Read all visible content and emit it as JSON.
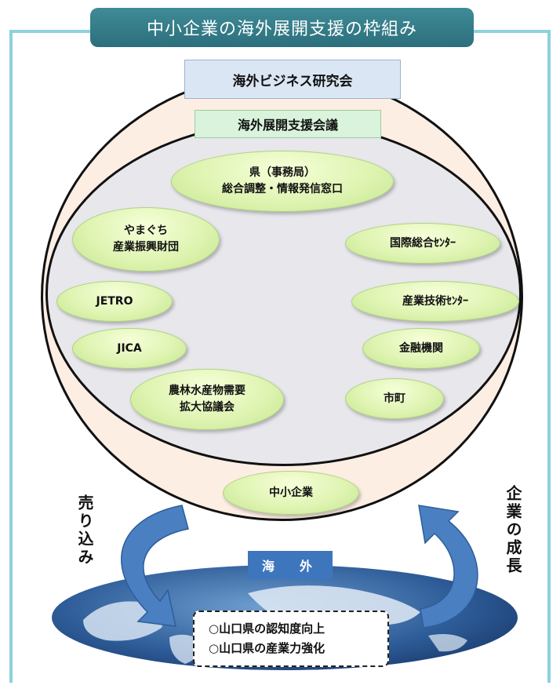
{
  "title": "中小企業の海外展開支援の枠組み",
  "research_group": "海外ビジネス研究会",
  "council": "海外展開支援会議",
  "nodes": {
    "prefecture": [
      "県（事務局）",
      "総合調整・情報発信窓口"
    ],
    "yamaguchi": [
      "やまぐち",
      "産業振興財団"
    ],
    "intl_center": [
      "国際総合ｾﾝﾀｰ"
    ],
    "jetro": [
      "JETRO"
    ],
    "industry_tech": [
      "産業技術ｾﾝﾀｰ"
    ],
    "jica": [
      "JICA"
    ],
    "finance": [
      "金融機関"
    ],
    "agri": [
      "農林水産物需要",
      "拡大協議会"
    ],
    "city": [
      "市町"
    ],
    "sme": [
      "中小企業"
    ]
  },
  "left_label": "売り込み",
  "right_label": "企業の成長",
  "overseas": "海　外",
  "results": [
    "○山口県の認知度向上",
    "○山口県の産業力強化"
  ],
  "colors": {
    "title_band": "#2c6f7c",
    "frame": "#8fd0df",
    "outer_ellipse": "#fdeee4",
    "inner_ellipse": "#e7e7ec",
    "node_fill": "#dff4b2",
    "arrow": "#4a7fc1",
    "globe": "#2e5c98"
  }
}
